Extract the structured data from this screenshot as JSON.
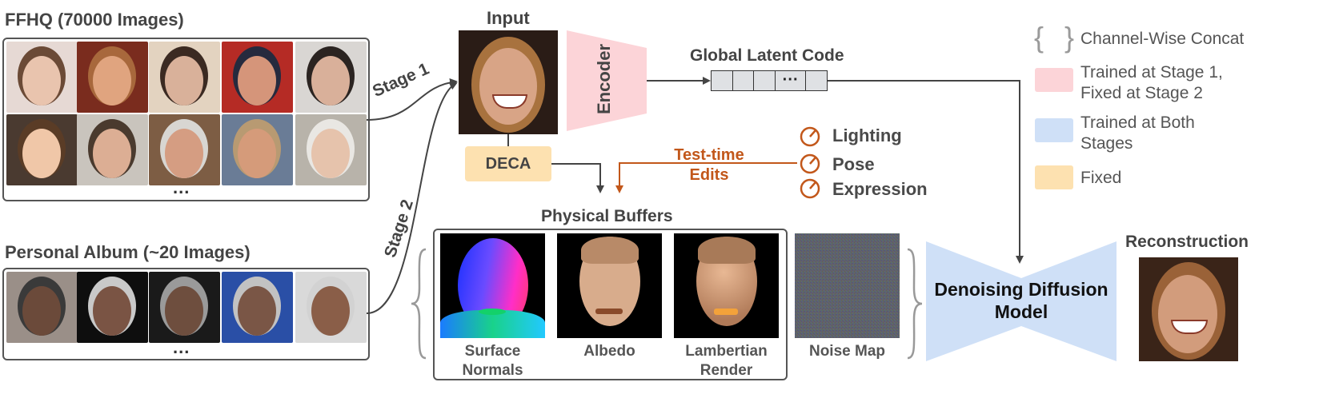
{
  "ffhq": {
    "title": "FFHQ (70000 Images)",
    "ellipsis": "...",
    "thumbs": [
      {
        "bg": "#e6d9d4",
        "face": "#e9c4ae",
        "hair": "#6b4a36"
      },
      {
        "bg": "#7a2c1e",
        "face": "#e0a47f",
        "hair": "#a8683c"
      },
      {
        "bg": "#e3d3c0",
        "face": "#d9b19a",
        "hair": "#3b2a22"
      },
      {
        "bg": "#b52b25",
        "face": "#d5957a",
        "hair": "#262a3e"
      },
      {
        "bg": "#d9d6d3",
        "face": "#d9b09a",
        "hair": "#2b2421"
      },
      {
        "bg": "#4a3a30",
        "face": "#f0c7a8",
        "hair": "#5a3c26"
      },
      {
        "bg": "#c9c4bd",
        "face": "#dcae94",
        "hair": "#4a3a2e"
      },
      {
        "bg": "#7d5d44",
        "face": "#d59d82",
        "hair": "#d8d6d2"
      },
      {
        "bg": "#6a7c96",
        "face": "#d59b7a",
        "hair": "#b89a72"
      },
      {
        "bg": "#b8b3aa",
        "face": "#e6c3ac",
        "hair": "#e9e7e3"
      }
    ]
  },
  "album": {
    "title": "Personal Album (~20 Images)",
    "ellipsis": "...",
    "thumbs": [
      {
        "bg": "#9a8f88",
        "face": "#6b4a3a",
        "hair": "#3a3a3a"
      },
      {
        "bg": "#0e0e0e",
        "face": "#7a5444",
        "hair": "#c9c9c9"
      },
      {
        "bg": "#1a1a1a",
        "face": "#6e4e3e",
        "hair": "#9a9a9a"
      },
      {
        "bg": "#2a4fa6",
        "face": "#7a5646",
        "hair": "#c2c2c2"
      },
      {
        "bg": "#d9d9d9",
        "face": "#8a5e48",
        "hair": "#d2d2d2"
      }
    ]
  },
  "stages": {
    "stage1": "Stage 1",
    "stage2": "Stage 2"
  },
  "input": {
    "title": "Input",
    "bg": "#2a1c16",
    "face": "#d8a486",
    "hair": "#a8723e"
  },
  "encoder": {
    "label": "Encoder"
  },
  "deca": {
    "label": "DECA"
  },
  "latent": {
    "title": "Global Latent Code",
    "dots": "···"
  },
  "edits": {
    "label_line1": "Test-time",
    "label_line2": "Edits",
    "items": [
      "Lighting",
      "Pose",
      "Expression"
    ]
  },
  "buffers": {
    "title": "Physical Buffers",
    "items": [
      {
        "caption_line1": "Surface",
        "caption_line2": "Normals"
      },
      {
        "caption_line1": "Albedo",
        "caption_line2": ""
      },
      {
        "caption_line1": "Lambertian",
        "caption_line2": "Render"
      }
    ]
  },
  "noise": {
    "caption": "Noise Map"
  },
  "model": {
    "line1": "Denoising Diffusion",
    "line2": "Model"
  },
  "reconstruction": {
    "title": "Reconstruction"
  },
  "legend": {
    "concat_symbol": "{ }",
    "items": [
      {
        "text1": "Channel-Wise Concat",
        "text2": ""
      },
      {
        "text1": "Trained at Stage 1,",
        "text2": "Fixed at Stage 2",
        "color": "#fcd4d8"
      },
      {
        "text1": "Trained at Both",
        "text2": "Stages",
        "color": "#cfe0f7"
      },
      {
        "text1": "Fixed",
        "text2": "",
        "color": "#fde1b0"
      }
    ]
  },
  "colors": {
    "pink": "#fcd4d8",
    "blue": "#cfe0f7",
    "orange": "#fde1b0",
    "edit_accent": "#c2571a",
    "stroke": "#444444"
  }
}
